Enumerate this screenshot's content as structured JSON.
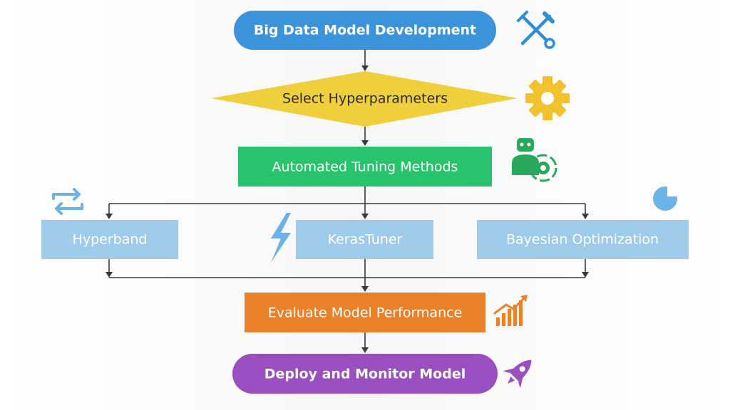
{
  "colors": {
    "start": "#3b94db",
    "decision": "#f0cf3c",
    "automated": "#27c46b",
    "method": "#9fcbeb",
    "evaluate": "#e9802a",
    "deploy": "#9a4fc0",
    "connector": "#3a3a3a"
  },
  "nodes": {
    "start": {
      "label": "Big Data Model Development",
      "shape": "pill"
    },
    "decision": {
      "label": "Select Hyperparameters",
      "shape": "diamond"
    },
    "automated": {
      "label": "Automated Tuning Methods",
      "shape": "rectangle"
    },
    "methods": [
      {
        "label": "Hyperband",
        "shape": "rectangle"
      },
      {
        "label": "KerasTuner",
        "shape": "rectangle"
      },
      {
        "label": "Bayesian Optimization",
        "shape": "rectangle"
      }
    ],
    "evaluate": {
      "label": "Evaluate Model Performance",
      "shape": "rectangle"
    },
    "deploy": {
      "label": "Deploy and Monitor Model",
      "shape": "pill"
    }
  },
  "icons": [
    "tools-icon",
    "gear-icon",
    "robot-automation-icon",
    "sync-arrows-icon",
    "lightning-icon",
    "pie-chart-icon",
    "growth-chart-icon",
    "rocket-icon"
  ]
}
